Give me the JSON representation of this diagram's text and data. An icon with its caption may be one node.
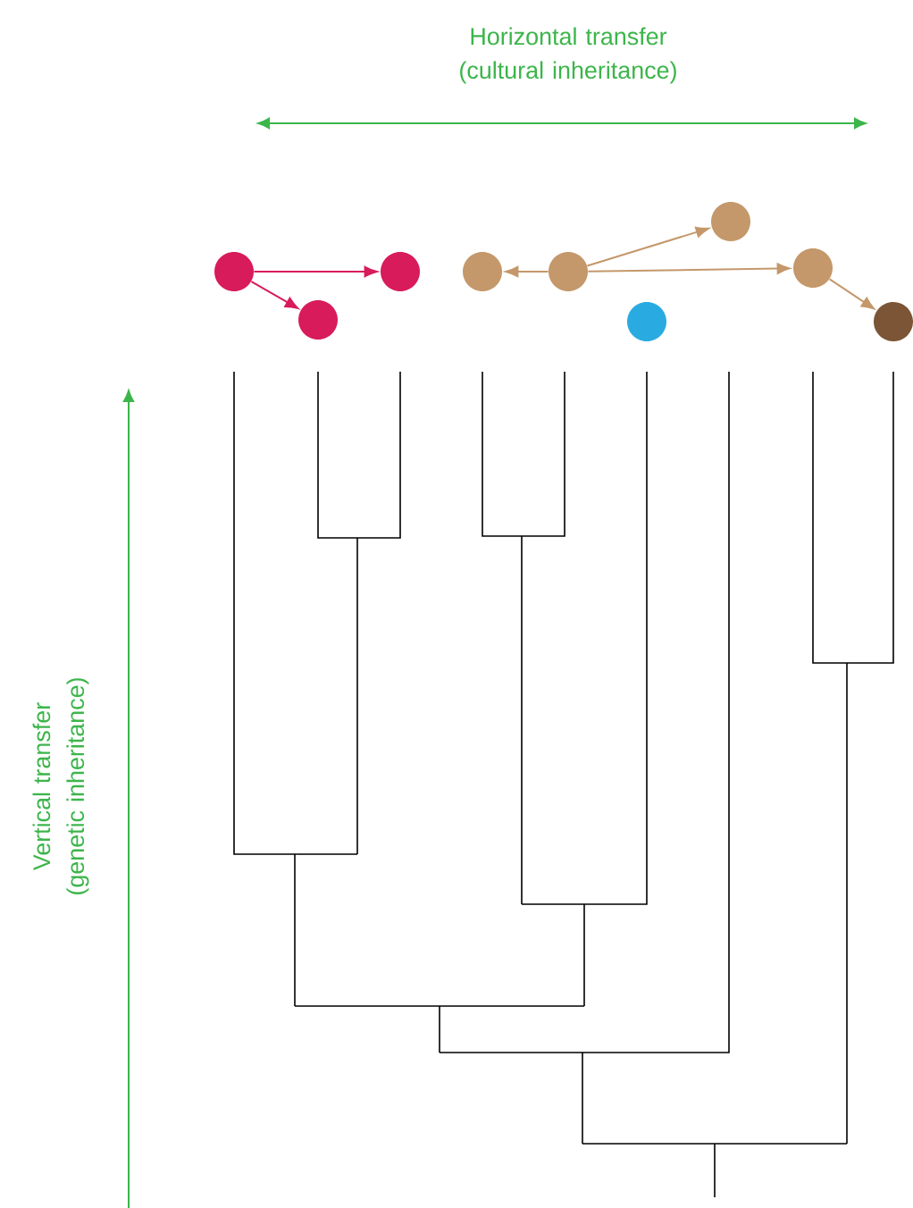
{
  "diagram": {
    "nodes": [
      {
        "text": [],
        "shape": "circle"
      },
      {
        "text": [],
        "shape": "circle"
      },
      {
        "text": [],
        "shape": "circle"
      },
      {
        "text": [],
        "shape": "circle"
      },
      {
        "text": [],
        "shape": "circle"
      },
      {
        "text": [],
        "shape": "circle"
      },
      {
        "text": [],
        "shape": "circle"
      },
      {
        "text": [],
        "shape": "circle"
      },
      {
        "text": [],
        "shape": "circle"
      }
    ],
    "edges": [
      {
        "from": 0,
        "to": 2,
        "arrow": "to",
        "color": "#d81b5a"
      },
      {
        "from": 0,
        "to": 1,
        "arrow": "to",
        "color": "#d81b5a"
      },
      {
        "from": 4,
        "to": 3,
        "arrow": "to"
      },
      {
        "from": 4,
        "to": 6,
        "arrow": "to"
      },
      {
        "from": 4,
        "to": 7,
        "arrow": "to"
      },
      {
        "from": 7,
        "to": 8,
        "arrow": "to"
      }
    ],
    "labels": [
      "Horizontal transfer (cultural inheritance)",
      "Vertical transfer (genetic inheritance)"
    ]
  }
}
